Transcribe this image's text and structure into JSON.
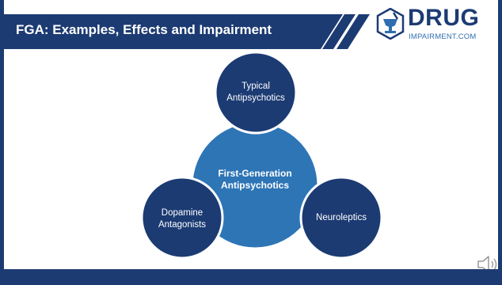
{
  "slide": {
    "title": "FGA: Examples, Effects and Impairment",
    "logo": {
      "name": "DRUG",
      "subtitle": "IMPAIRMENT.COM"
    }
  },
  "diagram": {
    "center": {
      "line1": "First-Generation",
      "line2": "Antipsychotics"
    },
    "nodes": [
      {
        "line1": "Typical",
        "line2": "Antipsychotics"
      },
      {
        "line1": "Dopamine",
        "line2": "Antagonists"
      },
      {
        "line1": "Neuroleptics",
        "line2": ""
      }
    ]
  },
  "colors": {
    "navy": "#1c3b73",
    "center_blue": "#2e75b6",
    "white": "#ffffff"
  },
  "icons": {
    "logo": "mortar-pestle-icon",
    "audio": "speaker-icon"
  }
}
